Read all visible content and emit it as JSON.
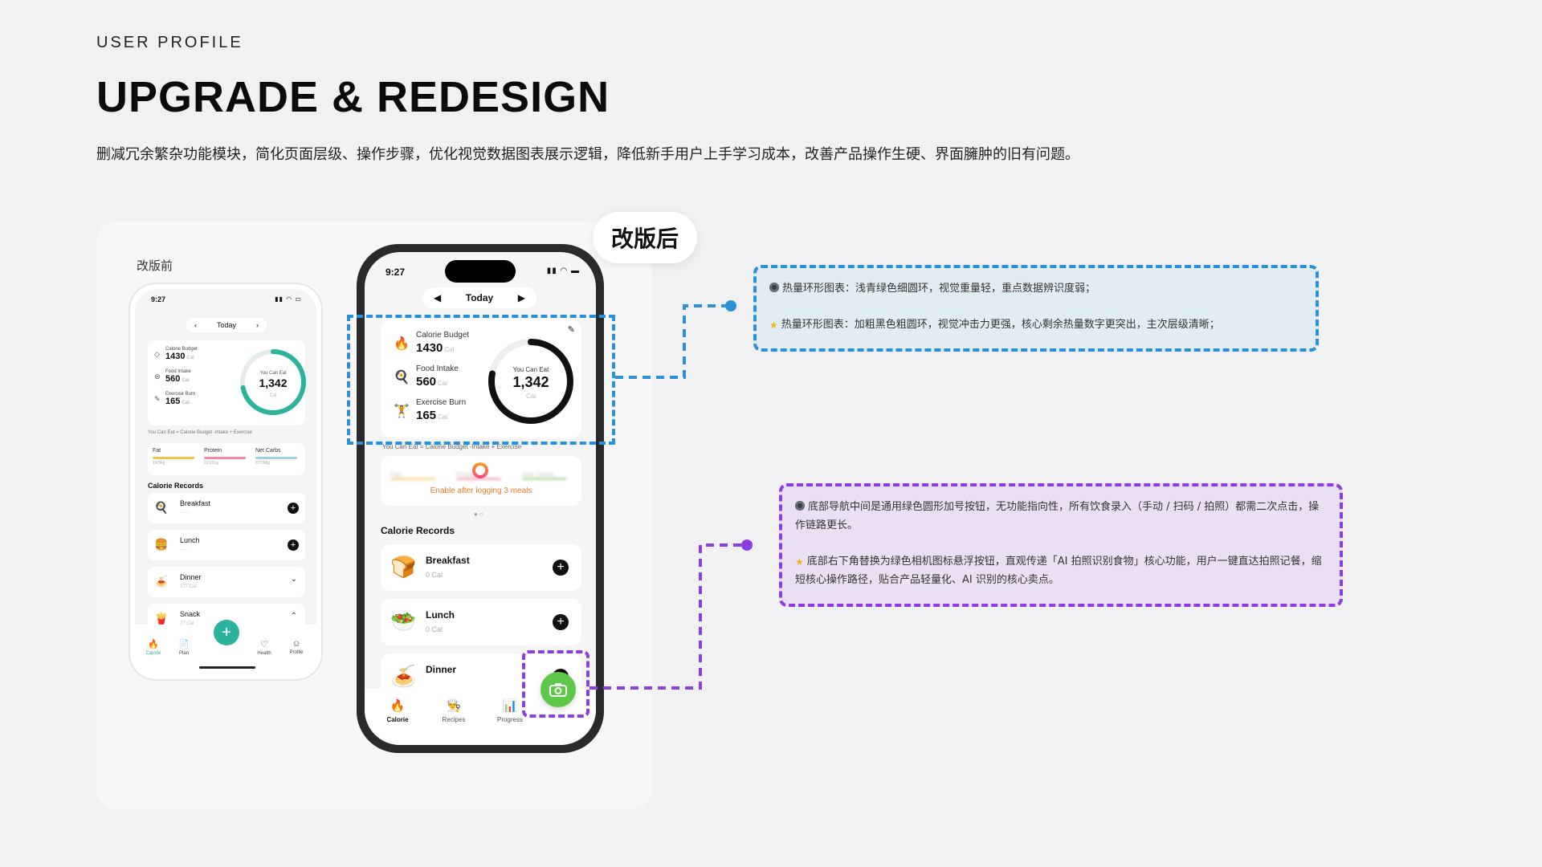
{
  "header": {
    "kicker": "USER PROFILE",
    "title": "UPGRADE & REDESIGN",
    "description": "删减冗余繁杂功能模块，简化页面层级、操作步骤，优化视觉数据图表展示逻辑，降低新手用户上手学习成本，改善产品操作生硬、界面臃肿的旧有问题。"
  },
  "labels": {
    "before": "改版前",
    "after": "改版后"
  },
  "colors": {
    "blue": "#2a90d8",
    "purple": "#8a3fe0",
    "teal": "#2bb39c",
    "green": "#5fc84a"
  },
  "old_phone": {
    "time": "9:27",
    "date_label": "Today",
    "stats": [
      {
        "label": "Calorie Budget",
        "value": "1430",
        "unit": "Cal",
        "icon": "drop-icon"
      },
      {
        "label": "Food Intake",
        "value": "560",
        "unit": "Cal",
        "icon": "plate-icon"
      },
      {
        "label": "Exercise Burn",
        "value": "165",
        "unit": "Cal",
        "icon": "pen-icon"
      }
    ],
    "ring": {
      "label": "You Can Eat",
      "value": "1,342",
      "unit": "Cal",
      "progress": 0.72
    },
    "formula": "You Can Eat = Calorie Budget -Intake + Exercise",
    "macros": [
      {
        "label": "Fat",
        "value": "14/36g",
        "color": "#f5c34a"
      },
      {
        "label": "Protein",
        "value": "22/101g",
        "color": "#f08aa0"
      },
      {
        "label": "Net Carbs",
        "value": "87/168g",
        "color": "#9cd3ea"
      }
    ],
    "records_title": "Calorie Records",
    "records": [
      {
        "name": "Breakfast",
        "sub": "- - -",
        "emoji": "🍳",
        "action": "+"
      },
      {
        "name": "Lunch",
        "sub": "- - -",
        "emoji": "🍔",
        "action": "+"
      },
      {
        "name": "Dinner",
        "sub": "377 Cal",
        "emoji": "🍝",
        "action": "⌄"
      },
      {
        "name": "Snack",
        "sub": "77 Cal",
        "emoji": "🍟",
        "action": "⌃"
      }
    ],
    "nav": [
      {
        "label": "Calorie",
        "glyph": "🔥"
      },
      {
        "label": "Plan",
        "glyph": "📄"
      },
      {
        "label": "Health",
        "glyph": "♡"
      },
      {
        "label": "Profile",
        "glyph": "☺"
      }
    ],
    "fab_label": "+"
  },
  "new_phone": {
    "time": "9:27",
    "date_label": "Today",
    "stats": [
      {
        "label": "Calorie Budget",
        "value": "1430",
        "unit": "Cal",
        "icon": "flame-icon",
        "glyph": "🔥"
      },
      {
        "label": "Food Intake",
        "value": "560",
        "unit": "Cal",
        "icon": "food-icon",
        "glyph": "🍳"
      },
      {
        "label": "Exercise Burn",
        "value": "165",
        "unit": "Cal",
        "icon": "dumbbell-icon",
        "glyph": "🏋"
      }
    ],
    "ring": {
      "label": "You Can Eat",
      "value": "1,342",
      "unit": "Cal",
      "progress": 0.78
    },
    "formula": "You Can Eat = Calorie Budget -Intake + Exercise",
    "macros_blurred": [
      "Fat",
      "Protein",
      "Net Carbs"
    ],
    "macros_locked_text": "Enable after logging 3 meals",
    "records_title": "Calorie Records",
    "records": [
      {
        "name": "Breakfast",
        "sub": "0 Cal",
        "emoji": "🍞",
        "action": "+"
      },
      {
        "name": "Lunch",
        "sub": "0 Cal",
        "emoji": "🥗",
        "action": "+"
      },
      {
        "name": "Dinner",
        "sub": "",
        "emoji": "🍝",
        "action": "+"
      }
    ],
    "nav": [
      {
        "label": "Calorie",
        "glyph": "🔥",
        "active": true
      },
      {
        "label": "Recipes",
        "glyph": "👨‍🍳",
        "active": false
      },
      {
        "label": "Progress",
        "glyph": "📊",
        "active": false
      }
    ]
  },
  "callouts": {
    "ring": {
      "before": "热量环形图表：浅青绿色细圆环，视觉重量轻，重点数据辨识度弱；",
      "after": "热量环形图表：加粗黑色粗圆环，视觉冲击力更强，核心剩余热量数字更突出，主次层级清晰；"
    },
    "fab": {
      "before": "底部导航中间是通用绿色圆形加号按钮，无功能指向性，所有饮食录入（手动 / 扫码 / 拍照）都需二次点击，操作链路更长。",
      "after": "底部右下角替换为绿色相机图标悬浮按钮，直观传递「AI 拍照识别食物」核心功能，用户一键直达拍照记餐，缩短核心操作路径，贴合产品轻量化、AI 识别的核心卖点。"
    }
  }
}
